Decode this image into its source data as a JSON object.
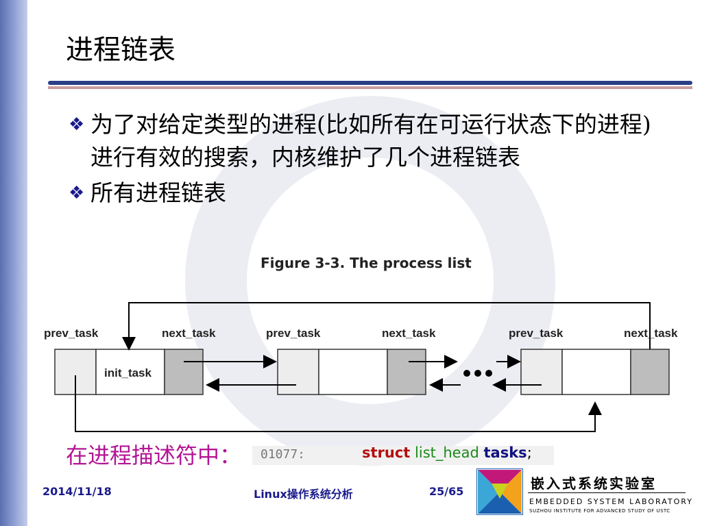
{
  "slide": {
    "title": "进程链表",
    "bullets": [
      "为了对给定类型的进程(比如所有在可运行状态下的进程)进行有效的搜索，内核维护了几个进程链表",
      "所有进程链表"
    ],
    "bullet_icon": "diamond-bullet-icon"
  },
  "figure": {
    "caption": "Figure 3-3. The process list",
    "labels": {
      "prev_1": "prev_task",
      "next_1": "next_task",
      "prev_2": "prev_task",
      "next_2": "next_task",
      "prev_3": "prev_task",
      "next_3": "next_task",
      "node_1": "init_task"
    }
  },
  "code": {
    "label": "在进程描述符中：",
    "line_number": "01077:",
    "keyword": "struct",
    "type": "list_head",
    "identifier": "tasks",
    "semicolon": ";"
  },
  "footer": {
    "date": "2014/11/18",
    "course": "Linux操作系统分析",
    "page": "25/65"
  },
  "logo": {
    "name_cn": "嵌入式系统实验室",
    "name_en": "EMBEDDED SYSTEM LABORATORY",
    "subtitle": "SUZHOU INSTITUTE FOR ADVANCED STUDY OF USTC"
  },
  "colors": {
    "accent": "#2b3f86",
    "code_label": "#b31595",
    "footer_text": "#1a1a8c"
  }
}
